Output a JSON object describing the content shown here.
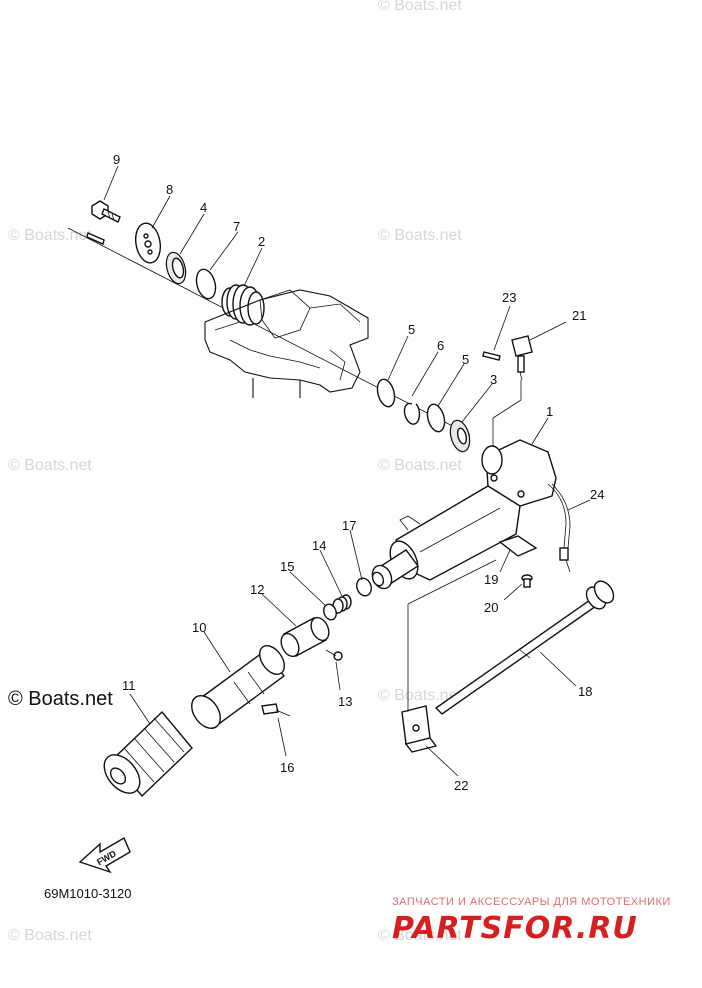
{
  "callouts": {
    "c1": "1",
    "c2": "2",
    "c3": "3",
    "c4": "4",
    "c5a": "5",
    "c5b": "5",
    "c6": "6",
    "c7": "7",
    "c8": "8",
    "c9": "9",
    "c10": "10",
    "c11": "11",
    "c12": "12",
    "c13": "13",
    "c14": "14",
    "c15": "15",
    "c16": "16",
    "c17": "17",
    "c18": "18",
    "c19": "19",
    "c20": "20",
    "c21": "21",
    "c22": "22",
    "c23": "23",
    "c24": "24"
  },
  "diagram_code": "69M1010-3120",
  "fwd_label": "FWD",
  "watermarks": {
    "faint": "© Boats.net",
    "bold": "© Boats.net"
  },
  "partsfor": {
    "tagline": "ЗАПЧАСТИ И АКСЕССУАРЫ ДЛЯ МОТОТЕХНИКИ",
    "logo": "PARTSFOR.RU"
  }
}
